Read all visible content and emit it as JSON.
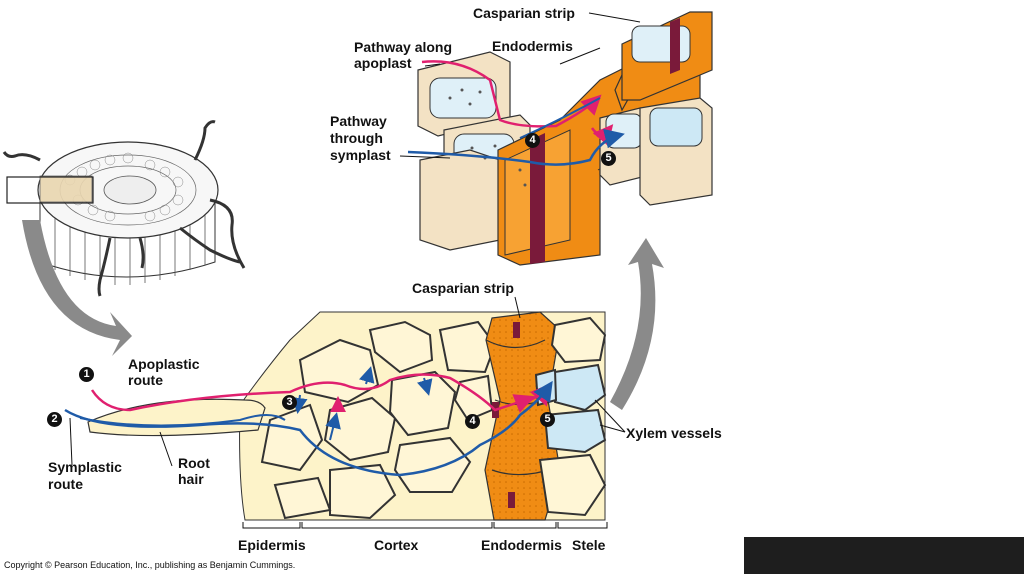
{
  "labels": {
    "casparian_strip_top": "Casparian strip",
    "endodermis_top": "Endodermis",
    "pathway_apoplast_line1": "Pathway along",
    "pathway_apoplast_line2": "apoplast",
    "pathway_symplast_line1": "Pathway",
    "pathway_symplast_line2": "through",
    "pathway_symplast_line3": "symplast",
    "casparian_strip_bottom": "Casparian strip",
    "apoplastic_route_line1": "Apoplastic",
    "apoplastic_route_line2": "route",
    "symplastic_route_line1": "Symplastic",
    "symplastic_route_line2": "route",
    "root_hair_line1": "Root",
    "root_hair_line2": "hair",
    "xylem_vessels": "Xylem vessels",
    "epidermis": "Epidermis",
    "cortex": "Cortex",
    "endodermis_bottom": "Endodermis",
    "stele": "Stele"
  },
  "markers": {
    "one": "1",
    "two": "2",
    "three": "3",
    "four": "4",
    "five": "5"
  },
  "copyright": "Copyright © Pearson Education, Inc., publishing as Benjamin Cummings.",
  "colors": {
    "apoplast_path": "#e0206f",
    "symplast_path": "#1f5ba8",
    "cell_fill": "#fdf3c9",
    "endodermis": "#f08c14",
    "casparian": "#7a1a3a",
    "xylem": "#cde8f5",
    "arrow_gray": "#8a8a8a"
  }
}
